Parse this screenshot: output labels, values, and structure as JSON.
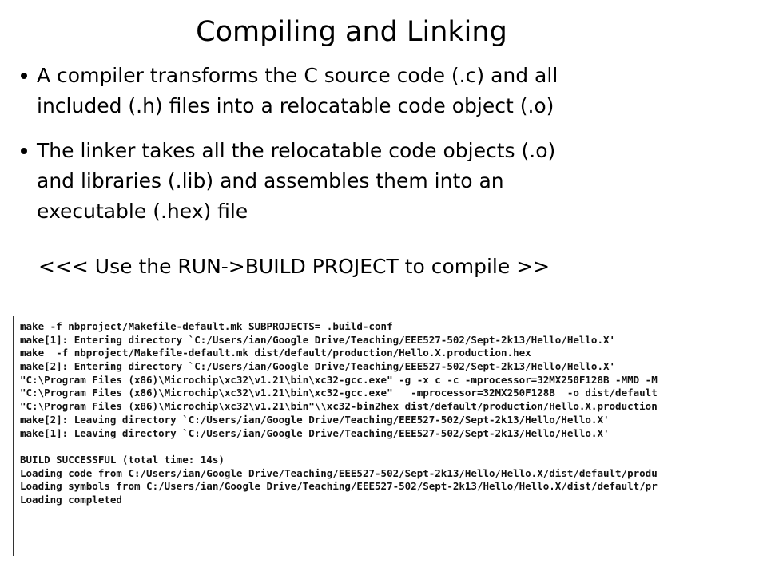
{
  "slide": {
    "title": "Compiling and Linking",
    "bullets": [
      {
        "text": "A compiler transforms the C source code (.c) and all\nincluded (.h) files into a relocatable code object (.o)"
      },
      {
        "text": "The linker takes all the relocatable code objects (.o)\nand libraries (.lib) and assembles them into an\nexecutable (.hex) file"
      }
    ],
    "run_note": "<<< Use the RUN->BUILD PROJECT to compile >>"
  },
  "output": {
    "lines": [
      "make -f nbproject/Makefile-default.mk SUBPROJECTS= .build-conf",
      "make[1]: Entering directory `C:/Users/ian/Google Drive/Teaching/EEE527-502/Sept-2k13/Hello/Hello.X'",
      "make  -f nbproject/Makefile-default.mk dist/default/production/Hello.X.production.hex",
      "make[2]: Entering directory `C:/Users/ian/Google Drive/Teaching/EEE527-502/Sept-2k13/Hello/Hello.X'",
      "\"C:\\Program Files (x86)\\Microchip\\xc32\\v1.21\\bin\\xc32-gcc.exe\" -g -x c -c -mprocessor=32MX250F128B -MMD -M",
      "\"C:\\Program Files (x86)\\Microchip\\xc32\\v1.21\\bin\\xc32-gcc.exe\"   -mprocessor=32MX250F128B  -o dist/default",
      "\"C:\\Program Files (x86)\\Microchip\\xc32\\v1.21\\bin\"\\\\xc32-bin2hex dist/default/production/Hello.X.production",
      "make[2]: Leaving directory `C:/Users/ian/Google Drive/Teaching/EEE527-502/Sept-2k13/Hello/Hello.X'",
      "make[1]: Leaving directory `C:/Users/ian/Google Drive/Teaching/EEE527-502/Sept-2k13/Hello/Hello.X'",
      "",
      "BUILD SUCCESSFUL (total time: 14s)",
      "Loading code from C:/Users/ian/Google Drive/Teaching/EEE527-502/Sept-2k13/Hello/Hello.X/dist/default/produ",
      "Loading symbols from C:/Users/ian/Google Drive/Teaching/EEE527-502/Sept-2k13/Hello/Hello.X/dist/default/pr",
      "Loading completed"
    ]
  }
}
